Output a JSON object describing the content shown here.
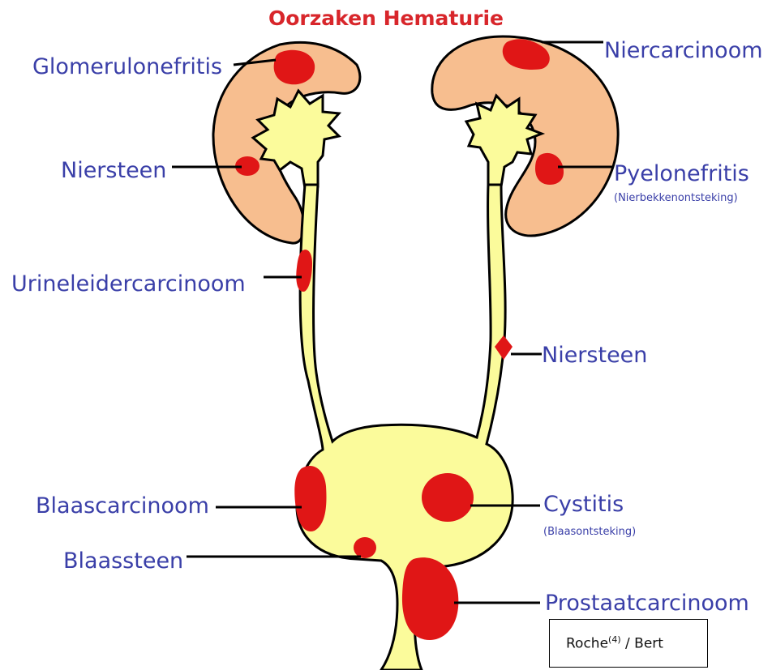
{
  "title": "Oorzaken Hematurie",
  "labels": {
    "glomerulonefritis": "Glomerulonefritis",
    "niercarcinoom": "Niercarcinoom",
    "niersteen_left": "Niersteen",
    "pyelonefritis": "Pyelonefritis",
    "pyelonefritis_sub": "(Nierbekkenontsteking)",
    "urineleidercarcinoom": "Urineleidercarcinoom",
    "niersteen_right": "Niersteen",
    "blaascarcinoom": "Blaascarcinoom",
    "cystitis": "Cystitis",
    "cystitis_sub": "(Blaasontsteking)",
    "blaassteen": "Blaassteen",
    "prostaatcarcinoom": "Prostaatcarcinoom"
  },
  "credit": {
    "name": "Roche",
    "ref": "(4)",
    "suffix": " / Bert"
  },
  "colors": {
    "title": "#d8262b",
    "label": "#3a3fa8",
    "kidney": "#f7be8f",
    "urinary_tract": "#fbfb9b",
    "lesion": "#e01616",
    "outline": "#000000"
  }
}
